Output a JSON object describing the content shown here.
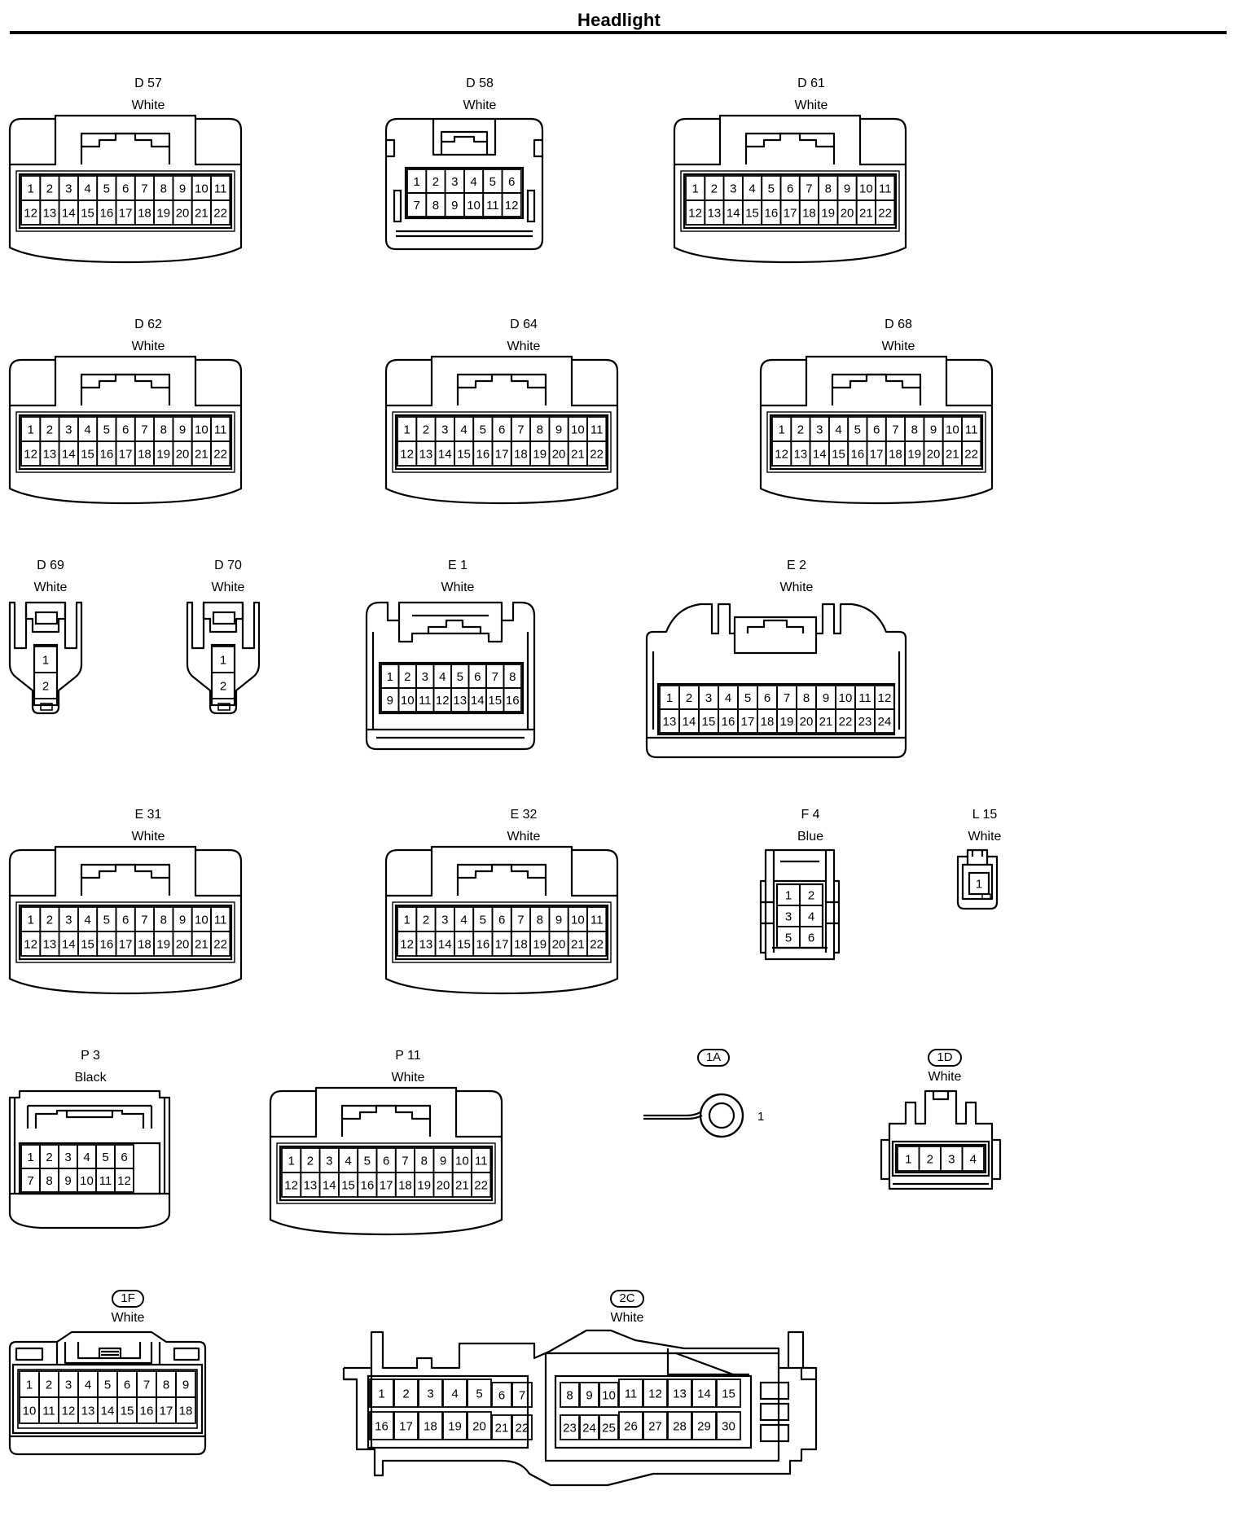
{
  "title": "Headlight",
  "connectors": [
    {
      "id": "d57",
      "code": "D 57",
      "color": "White",
      "kind": "c22",
      "rows": [
        [
          "1",
          "2",
          "3",
          "4",
          "5",
          "6",
          "7",
          "8",
          "9",
          "10",
          "11"
        ],
        [
          "12",
          "13",
          "14",
          "15",
          "16",
          "17",
          "18",
          "19",
          "20",
          "21",
          "22"
        ]
      ]
    },
    {
      "id": "d58",
      "code": "D 58",
      "color": "White",
      "kind": "c12",
      "rows": [
        [
          "1",
          "2",
          "3",
          "4",
          "5",
          "6"
        ],
        [
          "7",
          "8",
          "9",
          "10",
          "11",
          "12"
        ]
      ]
    },
    {
      "id": "d61",
      "code": "D 61",
      "color": "White",
      "kind": "c22",
      "rows": [
        [
          "1",
          "2",
          "3",
          "4",
          "5",
          "6",
          "7",
          "8",
          "9",
          "10",
          "11"
        ],
        [
          "12",
          "13",
          "14",
          "15",
          "16",
          "17",
          "18",
          "19",
          "20",
          "21",
          "22"
        ]
      ]
    },
    {
      "id": "d62",
      "code": "D 62",
      "color": "White",
      "kind": "c22",
      "rows": [
        [
          "1",
          "2",
          "3",
          "4",
          "5",
          "6",
          "7",
          "8",
          "9",
          "10",
          "11"
        ],
        [
          "12",
          "13",
          "14",
          "15",
          "16",
          "17",
          "18",
          "19",
          "20",
          "21",
          "22"
        ]
      ]
    },
    {
      "id": "d64",
      "code": "D 64",
      "color": "White",
      "kind": "c22",
      "rows": [
        [
          "1",
          "2",
          "3",
          "4",
          "5",
          "6",
          "7",
          "8",
          "9",
          "10",
          "11"
        ],
        [
          "12",
          "13",
          "14",
          "15",
          "16",
          "17",
          "18",
          "19",
          "20",
          "21",
          "22"
        ]
      ]
    },
    {
      "id": "d68",
      "code": "D 68",
      "color": "White",
      "kind": "c22",
      "rows": [
        [
          "1",
          "2",
          "3",
          "4",
          "5",
          "6",
          "7",
          "8",
          "9",
          "10",
          "11"
        ],
        [
          "12",
          "13",
          "14",
          "15",
          "16",
          "17",
          "18",
          "19",
          "20",
          "21",
          "22"
        ]
      ]
    },
    {
      "id": "d69",
      "code": "D 69",
      "color": "White",
      "kind": "c2",
      "rows": [
        [
          "1"
        ],
        [
          "2"
        ]
      ]
    },
    {
      "id": "d70",
      "code": "D 70",
      "color": "White",
      "kind": "c2",
      "rows": [
        [
          "1"
        ],
        [
          "2"
        ]
      ]
    },
    {
      "id": "e1",
      "code": "E 1",
      "color": "White",
      "kind": "c16",
      "rows": [
        [
          "1",
          "2",
          "3",
          "4",
          "5",
          "6",
          "7",
          "8"
        ],
        [
          "9",
          "10",
          "11",
          "12",
          "13",
          "14",
          "15",
          "16"
        ]
      ]
    },
    {
      "id": "e2",
      "code": "E 2",
      "color": "White",
      "kind": "c24",
      "rows": [
        [
          "1",
          "2",
          "3",
          "4",
          "5",
          "6",
          "7",
          "8",
          "9",
          "10",
          "11",
          "12"
        ],
        [
          "13",
          "14",
          "15",
          "16",
          "17",
          "18",
          "19",
          "20",
          "21",
          "22",
          "23",
          "24"
        ]
      ]
    },
    {
      "id": "e31",
      "code": "E 31",
      "color": "White",
      "kind": "c22",
      "rows": [
        [
          "1",
          "2",
          "3",
          "4",
          "5",
          "6",
          "7",
          "8",
          "9",
          "10",
          "11"
        ],
        [
          "12",
          "13",
          "14",
          "15",
          "16",
          "17",
          "18",
          "19",
          "20",
          "21",
          "22"
        ]
      ]
    },
    {
      "id": "e32",
      "code": "E 32",
      "color": "White",
      "kind": "c22",
      "rows": [
        [
          "1",
          "2",
          "3",
          "4",
          "5",
          "6",
          "7",
          "8",
          "9",
          "10",
          "11"
        ],
        [
          "12",
          "13",
          "14",
          "15",
          "16",
          "17",
          "18",
          "19",
          "20",
          "21",
          "22"
        ]
      ]
    },
    {
      "id": "f4",
      "code": "F 4",
      "color": "Blue",
      "kind": "c6",
      "rows": [
        [
          "1",
          "2"
        ],
        [
          "3",
          "4"
        ],
        [
          "5",
          "6"
        ]
      ]
    },
    {
      "id": "l15",
      "code": "L 15",
      "color": "White",
      "kind": "c1",
      "rows": [
        [
          "1"
        ]
      ]
    },
    {
      "id": "p3",
      "code": "P 3",
      "color": "Black",
      "kind": "c12p",
      "rows": [
        [
          "1",
          "2",
          "3",
          "4",
          "5",
          "6"
        ],
        [
          "7",
          "8",
          "9",
          "10",
          "11",
          "12"
        ]
      ]
    },
    {
      "id": "p11",
      "code": "P 11",
      "color": "White",
      "kind": "c22",
      "rows": [
        [
          "1",
          "2",
          "3",
          "4",
          "5",
          "6",
          "7",
          "8",
          "9",
          "10",
          "11"
        ],
        [
          "12",
          "13",
          "14",
          "15",
          "16",
          "17",
          "18",
          "19",
          "20",
          "21",
          "22"
        ]
      ]
    },
    {
      "id": "1a",
      "code": "1A",
      "color": "",
      "kind": "ring",
      "circled": true,
      "rows": [
        [
          "1"
        ]
      ]
    },
    {
      "id": "1d",
      "code": "1D",
      "color": "White",
      "kind": "c4",
      "circled": true,
      "rows": [
        [
          "1",
          "2",
          "3",
          "4"
        ]
      ]
    },
    {
      "id": "1f",
      "code": "1F",
      "color": "White",
      "kind": "c18",
      "circled": true,
      "rows": [
        [
          "1",
          "2",
          "3",
          "4",
          "5",
          "6",
          "7",
          "8",
          "9"
        ],
        [
          "10",
          "11",
          "12",
          "13",
          "14",
          "15",
          "16",
          "17",
          "18"
        ]
      ]
    },
    {
      "id": "2c",
      "code": "2C",
      "color": "White",
      "kind": "c30",
      "circled": true,
      "rows": [
        [
          "1",
          "2",
          "3",
          "4",
          "5",
          "6",
          "7",
          "8",
          "9",
          "10",
          "11",
          "12",
          "13",
          "14",
          "15"
        ],
        [
          "16",
          "17",
          "18",
          "19",
          "20",
          "21",
          "22",
          "23",
          "24",
          "25",
          "26",
          "27",
          "28",
          "29",
          "30"
        ]
      ]
    }
  ]
}
